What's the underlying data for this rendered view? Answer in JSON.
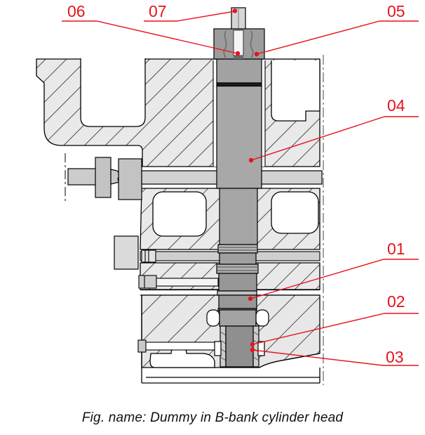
{
  "figure": {
    "caption": "Fig. name: Dummy in B-bank cylinder head",
    "type": "engineering-cross-section"
  },
  "callouts": {
    "c01": {
      "label": "01"
    },
    "c02": {
      "label": "02"
    },
    "c03": {
      "label": "03"
    },
    "c04": {
      "label": "04"
    },
    "c05": {
      "label": "05"
    },
    "c06": {
      "label": "06"
    },
    "c07": {
      "label": "07"
    }
  },
  "colors": {
    "callout_red": "#e8121c",
    "hatch_fill": "#e9e9e9",
    "hatch_line": "#555555",
    "part_gray": "#a6a6a6",
    "outline": "#000000"
  }
}
